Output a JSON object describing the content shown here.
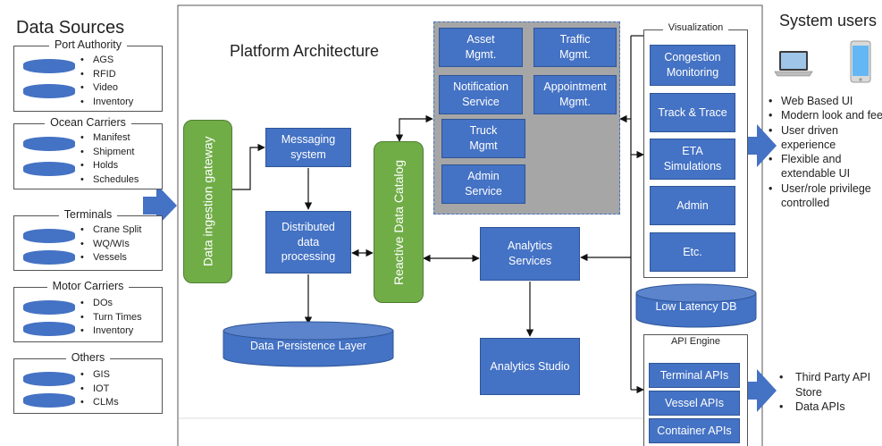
{
  "data_sources": {
    "title": "Data Sources",
    "groups": [
      {
        "name": "Port Authority",
        "items": [
          "AGS",
          "RFID",
          "Video",
          "Inventory"
        ]
      },
      {
        "name": "Ocean Carriers",
        "items": [
          "Manifest",
          "Shipment",
          "Holds",
          "Schedules"
        ]
      },
      {
        "name": "Terminals",
        "items": [
          "Crane Split",
          "WQ/WIs",
          "Vessels"
        ]
      },
      {
        "name": "Motor Carriers",
        "items": [
          "DOs",
          "Turn Times",
          "Inventory"
        ]
      },
      {
        "name": "Others",
        "items": [
          "GIS",
          "IOT",
          "CLMs"
        ]
      }
    ]
  },
  "platform": {
    "title": "Platform Architecture",
    "ingestion_gateway": "Data ingestion gateway",
    "messaging": "Messaging system",
    "distributed": "Distributed data processing",
    "persistence": "Data Persistence Layer",
    "catalog": "Reactive Data Catalog",
    "services": {
      "asset": "Asset Mgmt.",
      "traffic": "Traffic Mgmt.",
      "notification": "Notification Service",
      "appointment": "Appointment Mgmt.",
      "truck": "Truck Mgmt",
      "admin": "Admin Service"
    },
    "analytics_services": "Analytics Services",
    "analytics_studio": "Analytics Studio",
    "low_latency_db": "Low Latency DB"
  },
  "visualization": {
    "title": "Visualization",
    "items": [
      "Congestion Monitoring",
      "Track & Trace",
      "ETA Simulations",
      "Admin",
      "Etc."
    ]
  },
  "api_engine": {
    "title": "API Engine",
    "items": [
      "Terminal APIs",
      "Vessel APIs",
      "Container APIs"
    ]
  },
  "system_users": {
    "title": "System users",
    "bullets": [
      "Web Based UI",
      "Modern look and feel",
      "User driven experience",
      "Flexible and extendable UI",
      "User/role privilege controlled"
    ]
  },
  "api_consumers": {
    "bullets": [
      "Third Party API Store",
      "Data APIs"
    ]
  },
  "colors": {
    "box_blue": "#4472c4",
    "gateway_green": "#70ad47",
    "services_gray": "#a6a6a6"
  }
}
